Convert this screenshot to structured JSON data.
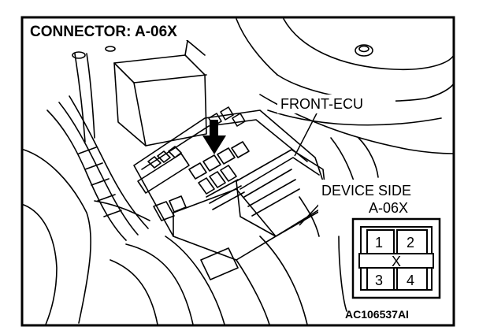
{
  "title": "CONNECTOR: A-06X",
  "callouts": {
    "ecu": "FRONT-ECU",
    "device_side": "DEVICE SIDE",
    "connector_id": "A-06X"
  },
  "connector": {
    "pins": [
      "1",
      "2",
      "3",
      "4"
    ],
    "center_mark": "X"
  },
  "figure_id": "AC106537AI",
  "colors": {
    "line": "#000000",
    "background": "#ffffff"
  }
}
